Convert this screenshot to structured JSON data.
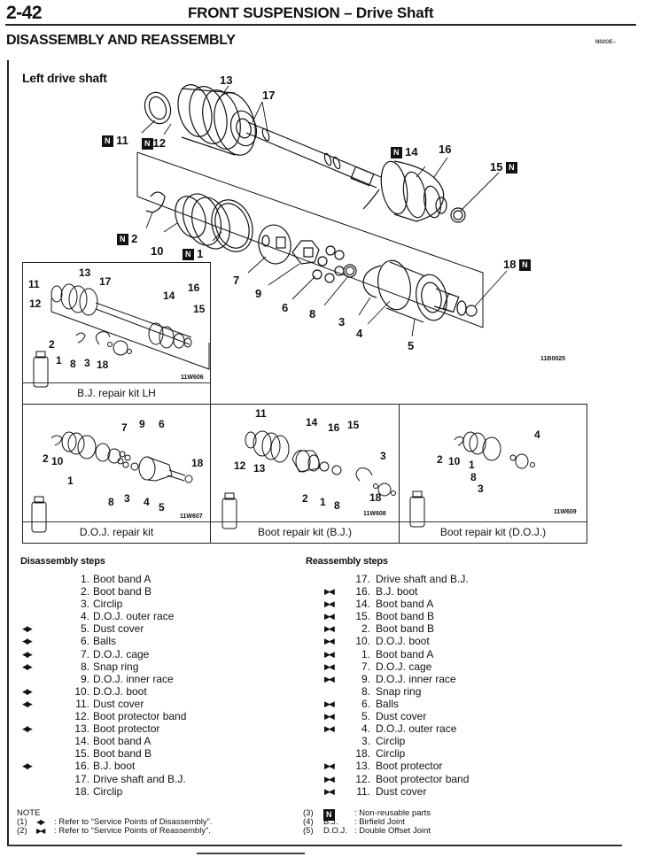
{
  "header": {
    "page_number": "2-42",
    "title": "FRONT SUSPENSION – Drive Shaft",
    "section_title": "DISASSEMBLY AND REASSEMBLY",
    "section_code": "N02OE–"
  },
  "main_diagram": {
    "title": "Left drive shaft",
    "figure_code": "11B0025",
    "non_reusable_badge": "N",
    "callouts": {
      "c1": "1",
      "c2": "2",
      "c3": "3",
      "c4": "4",
      "c5": "5",
      "c6": "6",
      "c7": "7",
      "c8": "8",
      "c9": "9",
      "c10": "10",
      "c11": "11",
      "c12": "12",
      "c13": "13",
      "c14": "14",
      "c15": "15",
      "c16": "16",
      "c17": "17",
      "c18": "18"
    }
  },
  "kits": {
    "bj_lh": {
      "caption": "B.J. repair kit LH",
      "figure_code": "11W606",
      "labels": [
        "11",
        "13",
        "17",
        "12",
        "14",
        "16",
        "15",
        "2",
        "1",
        "8",
        "3",
        "18"
      ]
    },
    "doj": {
      "caption": "D.O.J. repair kit",
      "figure_code": "11W607",
      "labels": [
        "7",
        "9",
        "6",
        "2",
        "10",
        "1",
        "18",
        "8",
        "3",
        "4",
        "5"
      ]
    },
    "boot_bj": {
      "caption": "Boot repair kit (B.J.)",
      "figure_code": "11W608",
      "labels": [
        "11",
        "14",
        "16",
        "15",
        "12",
        "13",
        "3",
        "2",
        "1",
        "8",
        "18"
      ]
    },
    "boot_doj": {
      "caption": "Boot repair kit (D.O.J.)",
      "figure_code": "11W609",
      "labels": [
        "4",
        "2",
        "10",
        "1",
        "8",
        "3"
      ]
    }
  },
  "disassembly": {
    "heading": "Disassembly steps",
    "steps": [
      {
        "mark": "",
        "num": "1.",
        "label": "Boot band A"
      },
      {
        "mark": "",
        "num": "2.",
        "label": "Boot band B"
      },
      {
        "mark": "",
        "num": "3.",
        "label": "Circlip"
      },
      {
        "mark": "",
        "num": "4.",
        "label": "D.O.J. outer race"
      },
      {
        "mark": "◀▶",
        "num": "5.",
        "label": "Dust cover"
      },
      {
        "mark": "◀▶",
        "num": "6.",
        "label": "Balls"
      },
      {
        "mark": "◀▶",
        "num": "7.",
        "label": "D.O.J. cage"
      },
      {
        "mark": "◀▶",
        "num": "8.",
        "label": "Snap ring"
      },
      {
        "mark": "",
        "num": "9.",
        "label": "D.O.J. inner race"
      },
      {
        "mark": "◀▶",
        "num": "10.",
        "label": "D.O.J. boot"
      },
      {
        "mark": "◀▶",
        "num": "11.",
        "label": "Dust cover"
      },
      {
        "mark": "",
        "num": "12.",
        "label": "Boot protector band"
      },
      {
        "mark": "◀▶",
        "num": "13.",
        "label": "Boot protector"
      },
      {
        "mark": "",
        "num": "14.",
        "label": "Boot band A"
      },
      {
        "mark": "",
        "num": "15.",
        "label": "Boot band B"
      },
      {
        "mark": "◀▶",
        "num": "16.",
        "label": "B.J. boot"
      },
      {
        "mark": "",
        "num": "17.",
        "label": "Drive shaft and B.J."
      },
      {
        "mark": "",
        "num": "18.",
        "label": "Circlip"
      }
    ]
  },
  "reassembly": {
    "heading": "Reassembly steps",
    "steps": [
      {
        "mark": "",
        "num": "17.",
        "label": "Drive shaft and B.J."
      },
      {
        "mark": "▶◀",
        "num": "16.",
        "label": "B.J. boot"
      },
      {
        "mark": "▶◀",
        "num": "14.",
        "label": "Boot band A"
      },
      {
        "mark": "▶◀",
        "num": "15.",
        "label": "Boot band B"
      },
      {
        "mark": "▶◀",
        "num": "2.",
        "label": "Boot band B"
      },
      {
        "mark": "▶◀",
        "num": "10.",
        "label": "D.O.J. boot"
      },
      {
        "mark": "▶◀",
        "num": "1.",
        "label": "Boot band A"
      },
      {
        "mark": "▶◀",
        "num": "7.",
        "label": "D.O.J. cage"
      },
      {
        "mark": "▶◀",
        "num": "9.",
        "label": "D.O.J. inner race"
      },
      {
        "mark": "",
        "num": "8.",
        "label": "Snap ring"
      },
      {
        "mark": "▶◀",
        "num": "6.",
        "label": "Balls"
      },
      {
        "mark": "▶◀",
        "num": "5.",
        "label": "Dust cover"
      },
      {
        "mark": "▶◀",
        "num": "4.",
        "label": "D.O.J. outer race"
      },
      {
        "mark": "",
        "num": "3.",
        "label": "Circlip"
      },
      {
        "mark": "",
        "num": "18.",
        "label": "Circlip"
      },
      {
        "mark": "▶◀",
        "num": "13.",
        "label": "Boot protector"
      },
      {
        "mark": "▶◀",
        "num": "12.",
        "label": "Boot protector band"
      },
      {
        "mark": "▶◀",
        "num": "11.",
        "label": "Dust cover"
      }
    ]
  },
  "notes": {
    "heading": "NOTE",
    "left": [
      {
        "index": "(1)",
        "symbol": "◀▶",
        "text": ": Refer to “Service Points of Disassembly”."
      },
      {
        "index": "(2)",
        "symbol": "▶◀",
        "text": ": Refer to “Service Points of Reassembly”."
      }
    ],
    "right": [
      {
        "index": "(3)",
        "symbol": "N",
        "text": ": Non-reusable parts"
      },
      {
        "index": "(4)",
        "symbol": "B.J.",
        "text": ": Birfield Joint"
      },
      {
        "index": "(5)",
        "symbol": "D.O.J.",
        "text": ": Double Offset Joint"
      }
    ]
  }
}
